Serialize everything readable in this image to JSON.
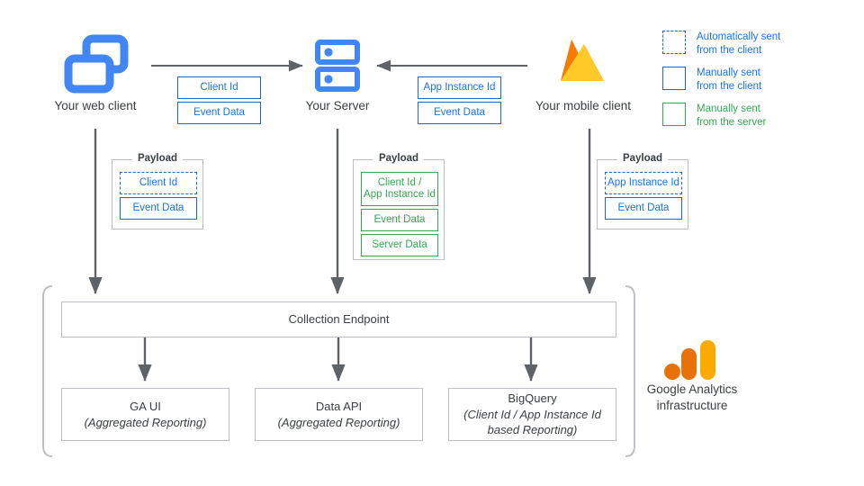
{
  "diagram": {
    "title": "Google Analytics data collection architecture",
    "colors": {
      "blue": "#1a73e8",
      "blue_border": "#1967d2",
      "blue_icon": "#4285f4",
      "green": "#34a853",
      "grey_line": "#5f6368",
      "grey_border": "#bdc1c6",
      "text": "#3c4043",
      "orange": "#e8710a",
      "yellow": "#f9ab00"
    }
  },
  "nodes": {
    "web_client": {
      "label": "Your web client",
      "icon": "web-windows-icon"
    },
    "server": {
      "label": "Your Server",
      "icon": "server-rack-icon"
    },
    "mobile_client": {
      "label": "Your mobile client",
      "icon": "firebase-icon"
    },
    "ga_infra": {
      "label_line1": "Google Analytics",
      "label_line2": "infrastructure",
      "icon": "google-analytics-icon"
    }
  },
  "transport": {
    "web_to_server": [
      {
        "label": "Client Id",
        "style": "solid-blue"
      },
      {
        "label": "Event Data",
        "style": "solid-blue"
      }
    ],
    "mobile_to_server": [
      {
        "label": "App Instance Id",
        "style": "solid-blue"
      },
      {
        "label": "Event Data",
        "style": "solid-blue"
      }
    ]
  },
  "payloads": {
    "title": "Payload",
    "web": {
      "title": "Payload",
      "items": [
        {
          "label": "Client Id",
          "style": "dashed-blue"
        },
        {
          "label": "Event Data",
          "style": "solid-blue"
        }
      ]
    },
    "server": {
      "title": "Payload",
      "items": [
        {
          "label": "Client Id /\nApp Instance Id",
          "line1": "Client Id /",
          "line2": "App Instance Id",
          "style": "solid-green"
        },
        {
          "label": "Event Data",
          "style": "solid-green"
        },
        {
          "label": "Server Data",
          "style": "solid-green"
        }
      ]
    },
    "mobile": {
      "title": "Payload",
      "items": [
        {
          "label": "App Instance Id",
          "style": "dashed-blue"
        },
        {
          "label": "Event Data",
          "style": "solid-blue"
        }
      ]
    }
  },
  "infrastructure": {
    "collection_endpoint": {
      "label": "Collection Endpoint"
    },
    "outputs": [
      {
        "title": "GA UI",
        "subtitle": "(Aggregated Reporting)"
      },
      {
        "title": "Data API",
        "subtitle": "(Aggregated Reporting)"
      },
      {
        "title": "BigQuery",
        "subtitle_line1": "(Client Id / App Instance Id",
        "subtitle_line2": "based Reporting)"
      }
    ]
  },
  "legend": {
    "items": [
      {
        "line1": "Automatically sent",
        "line2": "from the client",
        "style": "dashed-blue",
        "color": "#1a73e8"
      },
      {
        "line1": "Manually sent",
        "line2": "from the client",
        "style": "solid-blue",
        "color": "#1a73e8"
      },
      {
        "line1": "Manually sent",
        "line2": "from the server",
        "style": "solid-green",
        "color": "#34a853"
      }
    ]
  }
}
